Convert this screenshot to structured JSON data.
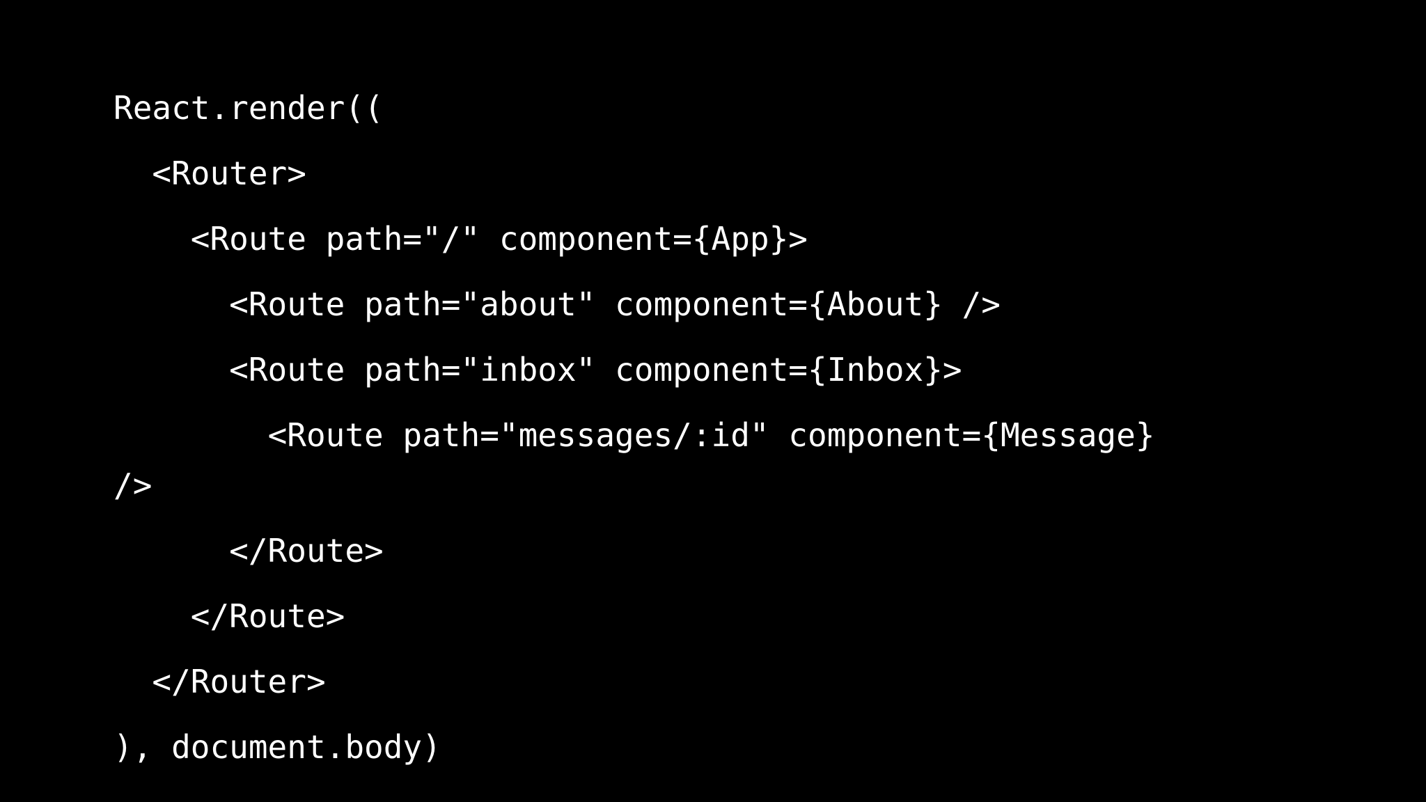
{
  "slide": {
    "background_color": "#000000",
    "text_color": "#ffffff",
    "language": "jsx",
    "code_lines": [
      {
        "text": "React.render((",
        "indent": 0,
        "wrapped": false
      },
      {
        "text": "  <Router>",
        "indent": 1,
        "wrapped": false
      },
      {
        "text": "    <Route path=\"/\" component={App}>",
        "indent": 2,
        "wrapped": false
      },
      {
        "text": "      <Route path=\"about\" component={About} />",
        "indent": 3,
        "wrapped": false
      },
      {
        "text": "      <Route path=\"inbox\" component={Inbox}>",
        "indent": 3,
        "wrapped": false
      },
      {
        "text": "        <Route path=\"messages/:id\" component={Message} />",
        "indent": 4,
        "wrapped": true
      },
      {
        "text": "      </Route>",
        "indent": 3,
        "wrapped": false
      },
      {
        "text": "    </Route>",
        "indent": 2,
        "wrapped": false
      },
      {
        "text": "  </Router>",
        "indent": 1,
        "wrapped": false
      },
      {
        "text": "), document.body)",
        "indent": 0,
        "wrapped": false
      }
    ]
  }
}
